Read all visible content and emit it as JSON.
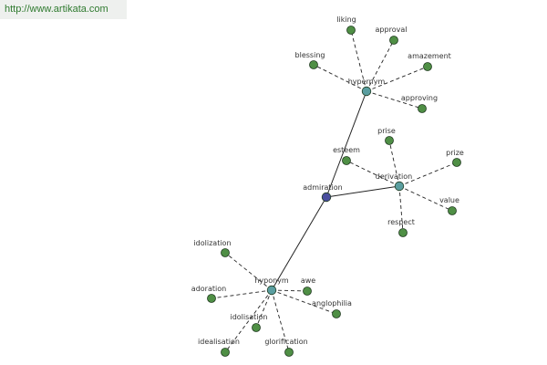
{
  "site_link": "http://www.artikata.com",
  "graph": {
    "center": {
      "id": "admiration",
      "label": "admiration",
      "color": "#4a4f9e"
    },
    "hubs": [
      {
        "id": "hypernym",
        "label": "hypernym",
        "color": "#5a9ea0"
      },
      {
        "id": "derivation",
        "label": "derivation",
        "color": "#5a9ea0"
      },
      {
        "id": "hyponym",
        "label": "hyponym",
        "color": "#5a9ea0"
      }
    ],
    "leaves": [
      {
        "id": "liking",
        "label": "liking",
        "hub": "hypernym"
      },
      {
        "id": "approval",
        "label": "approval",
        "hub": "hypernym"
      },
      {
        "id": "blessing",
        "label": "blessing",
        "hub": "hypernym"
      },
      {
        "id": "amazement",
        "label": "amazement",
        "hub": "hypernym"
      },
      {
        "id": "approving",
        "label": "approving",
        "hub": "hypernym"
      },
      {
        "id": "prise",
        "label": "prise",
        "hub": "derivation"
      },
      {
        "id": "esteem",
        "label": "esteem",
        "hub": "derivation"
      },
      {
        "id": "prize",
        "label": "prize",
        "hub": "derivation"
      },
      {
        "id": "value",
        "label": "value",
        "hub": "derivation"
      },
      {
        "id": "respect",
        "label": "respect",
        "hub": "derivation"
      },
      {
        "id": "idolization",
        "label": "idolization",
        "hub": "hyponym"
      },
      {
        "id": "adoration",
        "label": "adoration",
        "hub": "hyponym"
      },
      {
        "id": "awe",
        "label": "awe",
        "hub": "hyponym"
      },
      {
        "id": "anglophilia",
        "label": "anglophilia",
        "hub": "hyponym"
      },
      {
        "id": "idolisation",
        "label": "idolisation",
        "hub": "hyponym"
      },
      {
        "id": "idealisation",
        "label": "idealisation",
        "hub": "hyponym"
      },
      {
        "id": "glorification",
        "label": "glorification",
        "hub": "hyponym"
      }
    ],
    "colors": {
      "leaf": "#4f8f45",
      "edge": "#222222"
    }
  }
}
